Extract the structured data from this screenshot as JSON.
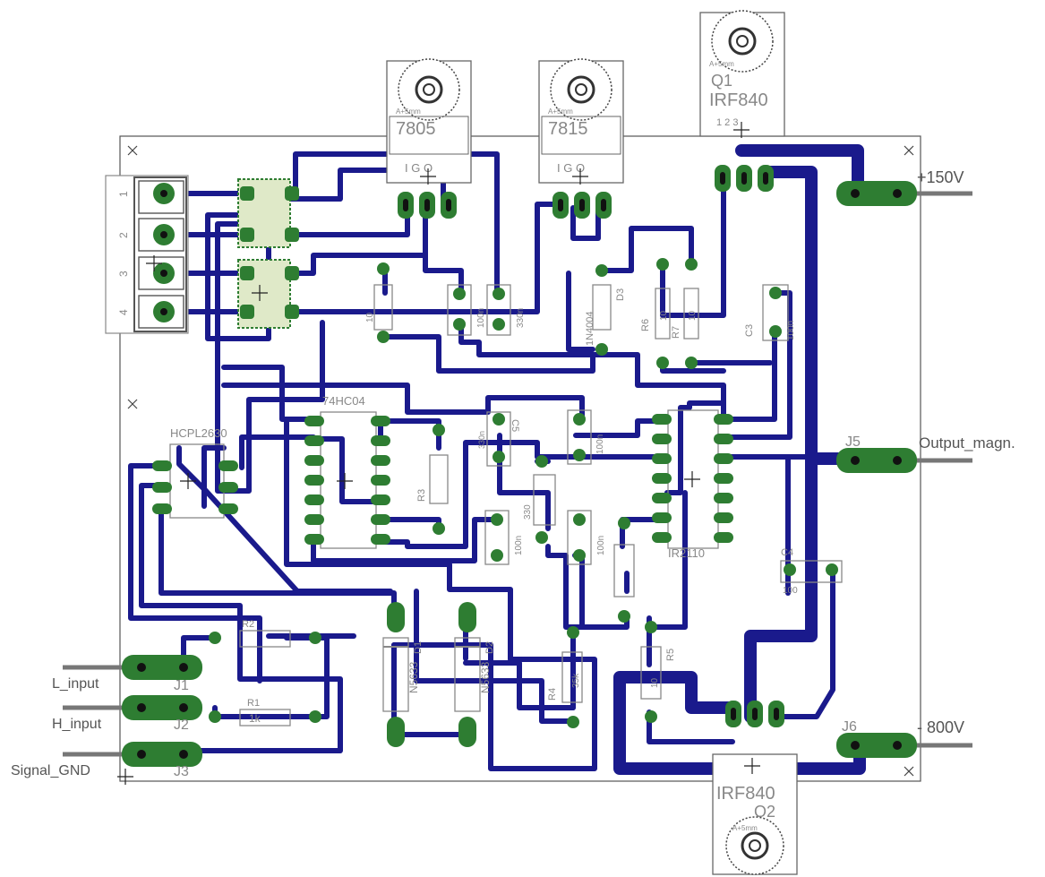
{
  "title": "",
  "components": {
    "reg_5v": {
      "value": "7805",
      "pins": "I  G  O",
      "small": "A+5mm"
    },
    "reg_15v": {
      "value": "7815",
      "pins": "I  G  O",
      "small": "A+5mm"
    },
    "q1": {
      "ref": "Q1",
      "value": "IRF840",
      "pins": "1 2 3",
      "small": "A+5mm"
    },
    "q2": {
      "ref": "Q2",
      "value": "IRF840",
      "small": "A+5mm"
    },
    "u1": {
      "value": "HCPL2630"
    },
    "u2": {
      "value": "74HC04"
    },
    "u3": {
      "value": "IR2110"
    },
    "d1": {
      "ref": "D1",
      "value": "N5633"
    },
    "d2": {
      "ref": "D2",
      "value": "N5633"
    },
    "d3": {
      "ref": "D3",
      "value": "1N4004"
    },
    "r1": {
      "ref": "R1",
      "value": "1k"
    },
    "r2": {
      "ref": "R2"
    },
    "r3": {
      "ref": "R3"
    },
    "r4": {
      "ref": "R4",
      "value": "35k"
    },
    "r5": {
      "ref": "R5",
      "value": "10"
    },
    "r6": {
      "ref": "R6",
      "value": "10"
    },
    "r7": {
      "ref": "R7",
      "value": "10"
    },
    "c3": {
      "ref": "C3",
      "value": "100n"
    },
    "c4": {
      "ref": "C4",
      "value": "100"
    },
    "c5": {
      "ref": "C5",
      "value": "330n"
    },
    "c_330n": {
      "value": "330n"
    },
    "c_100n_a": {
      "value": "100n"
    },
    "c_100n_b": {
      "value": "100n"
    },
    "c_100n_c": {
      "value": "100n"
    },
    "c_100n_d": {
      "value": "100n"
    },
    "misc_r": {
      "value": "10"
    },
    "misc_r2": {
      "value": "330"
    }
  },
  "connectors": {
    "j1": {
      "ref": "J1",
      "label": "L_input"
    },
    "j2": {
      "ref": "J2",
      "label": "H_input"
    },
    "j3": {
      "ref": "J3",
      "label": "Signal_GND"
    },
    "j4": {
      "label": "+150V"
    },
    "j5": {
      "ref": "J5",
      "label": "Output_magn."
    },
    "j6": {
      "ref": "J6",
      "label": "- 800V"
    },
    "terminal": {
      "pins": [
        "1",
        "2",
        "3",
        "4"
      ]
    }
  }
}
